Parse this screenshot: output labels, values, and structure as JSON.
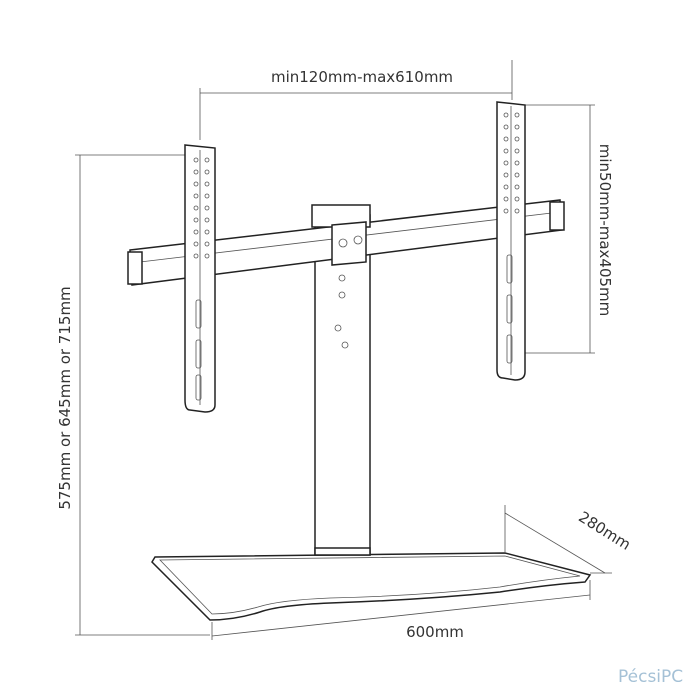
{
  "dimensions": {
    "vesa_width": "min120mm-max610mm",
    "vesa_height": "min50mm-max405mm",
    "total_height": "575mm or 645mm or 715mm",
    "base_width": "600mm",
    "base_depth": "280mm"
  },
  "watermark": {
    "text": "PécsiPC"
  }
}
